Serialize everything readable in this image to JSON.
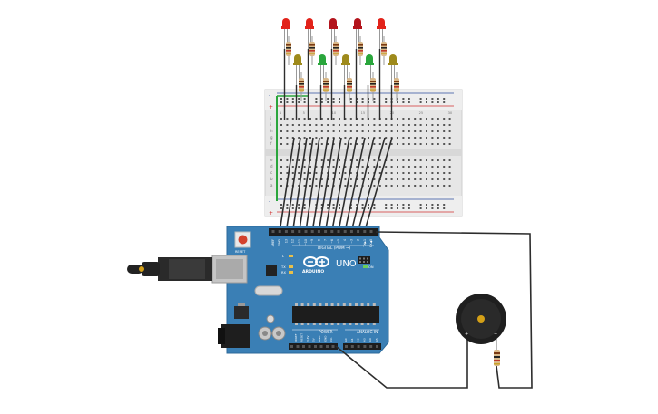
{
  "board": {
    "reset_label": "RESET",
    "digital_label": "DIGITAL (PWM ~)",
    "logo_text": "ARDUINO",
    "model": "UNO",
    "on_label": "ON",
    "l_label": "L",
    "tx_label": "TX",
    "rx_label": "RX",
    "power_label": "POWER",
    "analog_label": "ANALOG IN",
    "pin_labels": [
      "AREF",
      "GND",
      "13",
      "12",
      "~11",
      "~10",
      "~9",
      "8",
      "7",
      "~6",
      "~5",
      "4",
      "~3",
      "2",
      "TX▶1",
      "RX◀0"
    ],
    "power_pins": [
      "IOREF",
      "RESET",
      "3.3V",
      "5V",
      "GND",
      "GND",
      "Vin"
    ],
    "analog_pins": [
      "A0",
      "A1",
      "A2",
      "A3",
      "A4",
      "A5"
    ]
  },
  "breadboard": {
    "col_numbers": [
      "1",
      "5",
      "10",
      "15",
      "20",
      "25",
      "30"
    ],
    "row_letters": [
      "j",
      "i",
      "h",
      "g",
      "f",
      "e",
      "d",
      "c",
      "b",
      "a"
    ],
    "rail_plus": "+",
    "rail_minus": "-"
  },
  "buzzer": {
    "plus_label": "+",
    "minus_label": "−"
  },
  "leds": {
    "top_colors": [
      "#e2231a",
      "#e2231a",
      "#b3141c",
      "#b3141c",
      "#e2231a"
    ],
    "bottom_colors": [
      "#9e8a1c",
      "#2aa63c",
      "#9e8a1c",
      "#2aa63c",
      "#9e8a1c"
    ]
  }
}
